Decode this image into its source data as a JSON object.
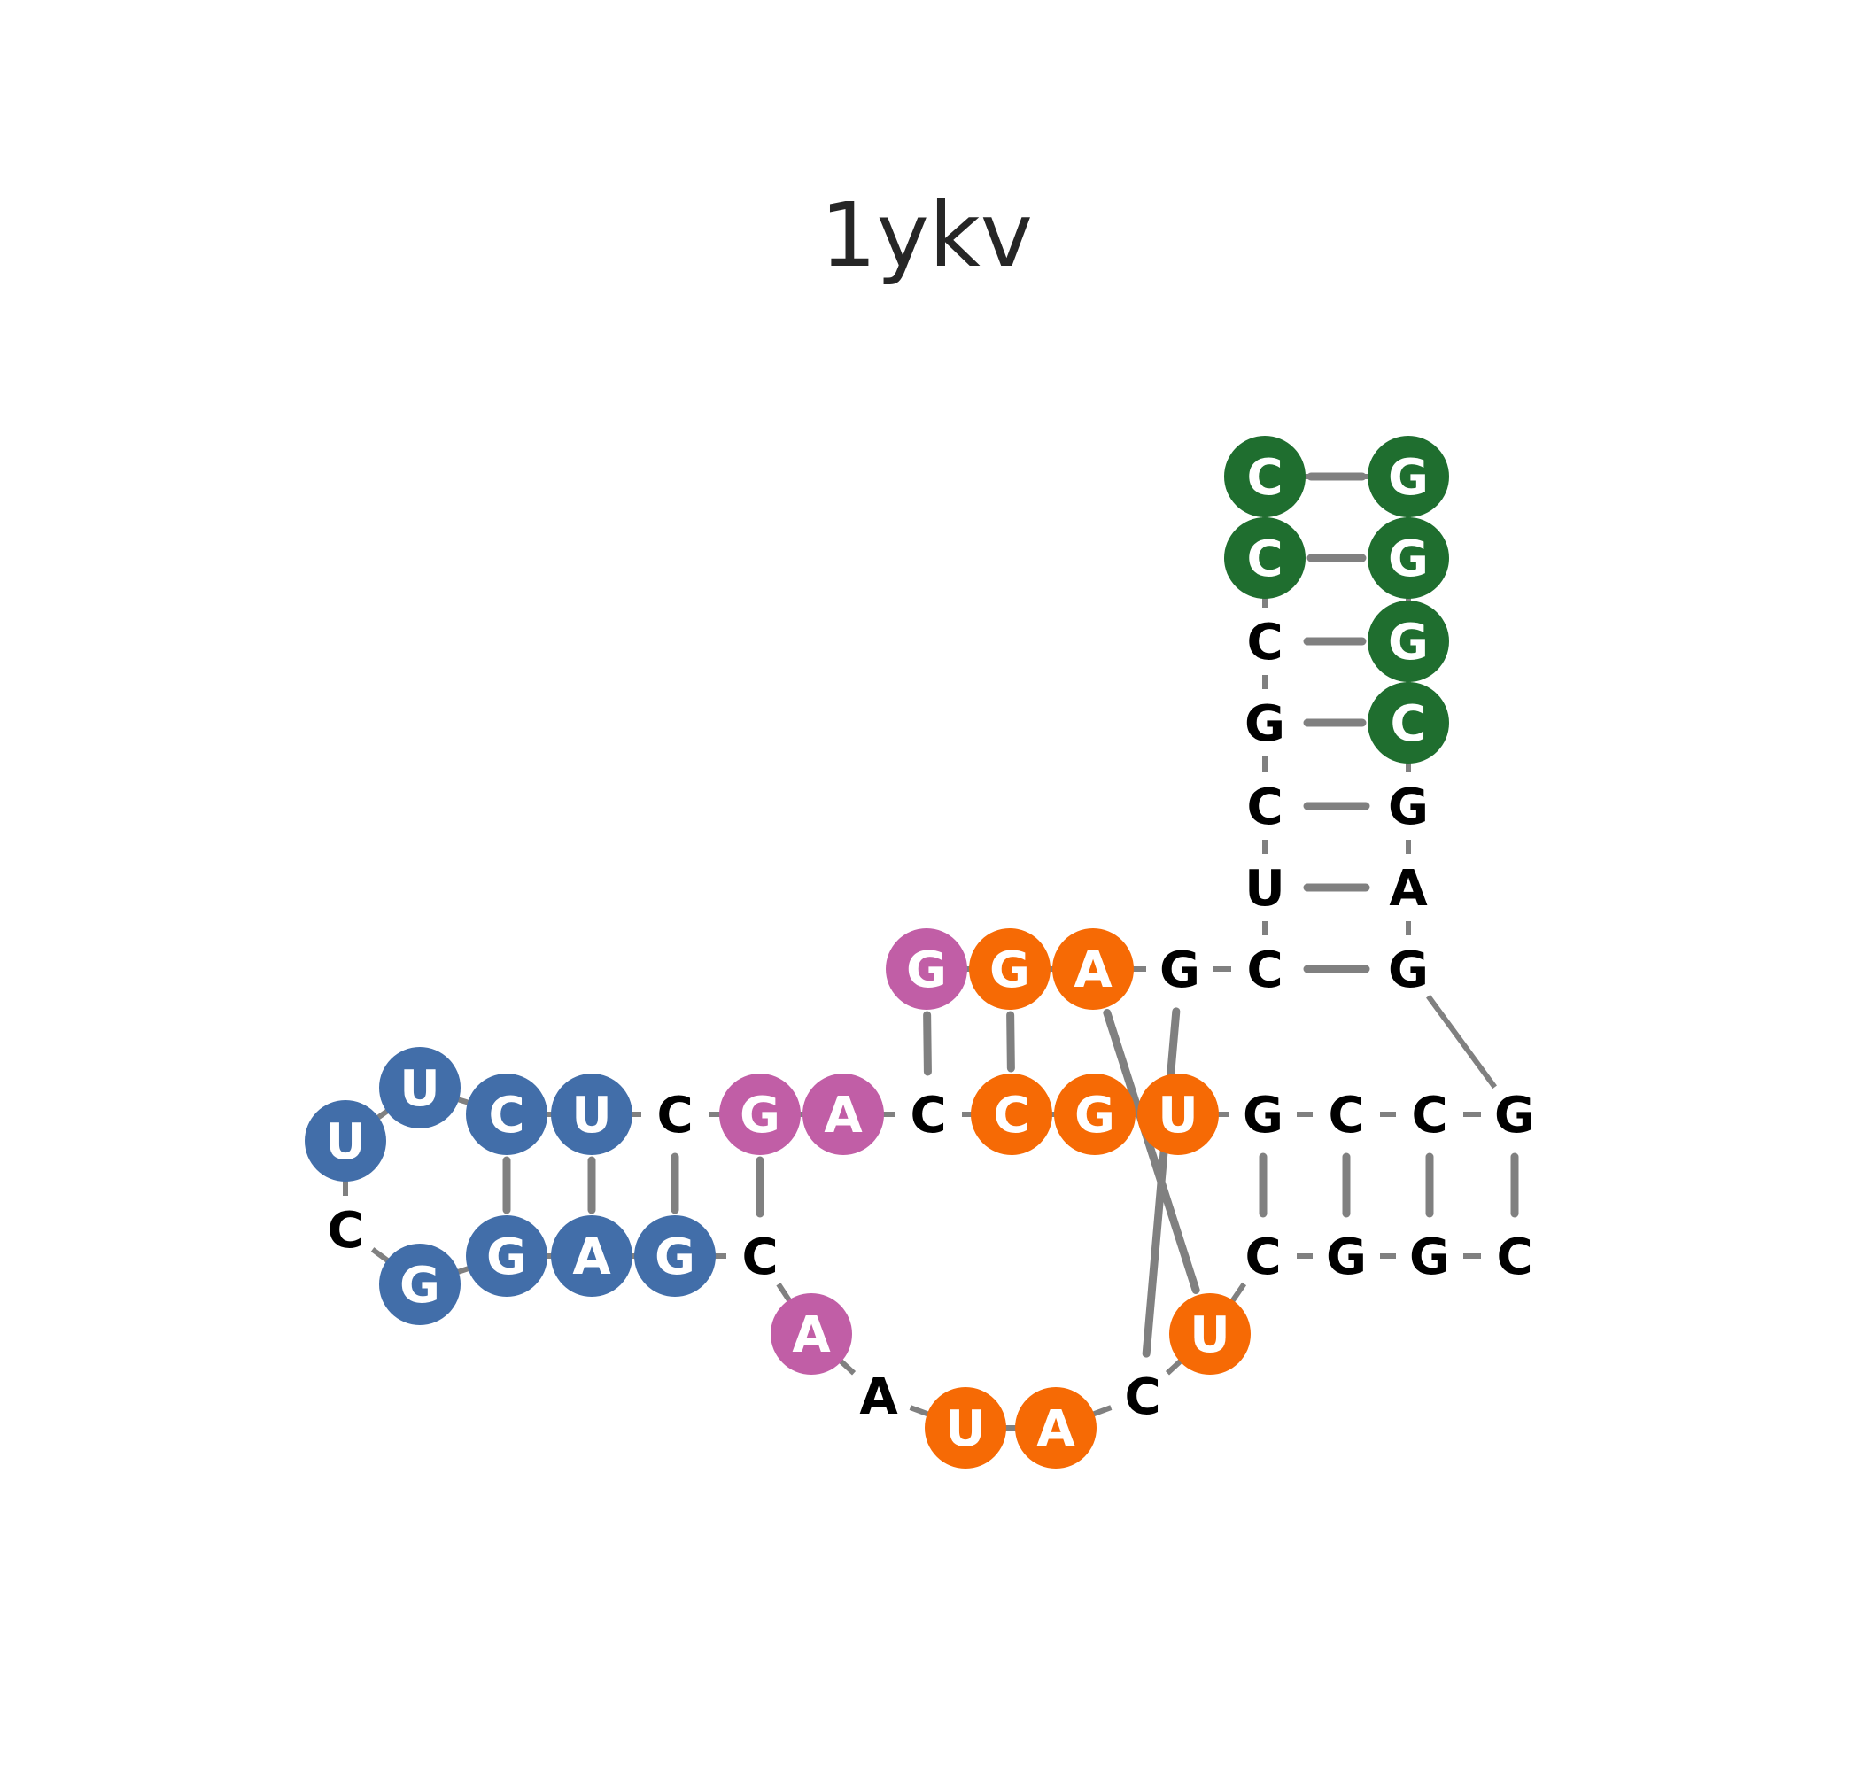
{
  "title": "1ykv",
  "colors": {
    "blue": "#426ea9",
    "magenta": "#c15ea6",
    "orange": "#f66a05",
    "green": "#1f6e2f",
    "edge": "#808080",
    "plain_text": "#000000",
    "circle_text": "#ffffff"
  },
  "nucleotides": [
    {
      "id": "n1",
      "letter": "U",
      "group": "blue"
    },
    {
      "id": "n2",
      "letter": "U",
      "group": "blue"
    },
    {
      "id": "n3",
      "letter": "C",
      "group": "blue"
    },
    {
      "id": "n4",
      "letter": "U",
      "group": "blue"
    },
    {
      "id": "n5",
      "letter": "C",
      "group": null
    },
    {
      "id": "n6",
      "letter": "G",
      "group": "magenta"
    },
    {
      "id": "n7",
      "letter": "A",
      "group": "magenta"
    },
    {
      "id": "n8",
      "letter": "C",
      "group": null
    },
    {
      "id": "n9",
      "letter": "C",
      "group": "orange"
    },
    {
      "id": "n10",
      "letter": "G",
      "group": "orange"
    },
    {
      "id": "n11",
      "letter": "U",
      "group": "orange"
    },
    {
      "id": "n12",
      "letter": "G",
      "group": null
    },
    {
      "id": "n13",
      "letter": "C",
      "group": null
    },
    {
      "id": "n14",
      "letter": "C",
      "group": null
    },
    {
      "id": "n15",
      "letter": "G",
      "group": null
    },
    {
      "id": "n16",
      "letter": "C",
      "group": null
    },
    {
      "id": "n17",
      "letter": "G",
      "group": null
    },
    {
      "id": "n18",
      "letter": "G",
      "group": null
    },
    {
      "id": "n19",
      "letter": "C",
      "group": null
    },
    {
      "id": "n20",
      "letter": "U",
      "group": "orange"
    },
    {
      "id": "n21",
      "letter": "C",
      "group": null
    },
    {
      "id": "n22",
      "letter": "A",
      "group": "orange"
    },
    {
      "id": "n23",
      "letter": "U",
      "group": "orange"
    },
    {
      "id": "n24",
      "letter": "A",
      "group": null
    },
    {
      "id": "n25",
      "letter": "A",
      "group": "magenta"
    },
    {
      "id": "n26",
      "letter": "C",
      "group": null
    },
    {
      "id": "n27",
      "letter": "G",
      "group": "blue"
    },
    {
      "id": "n28",
      "letter": "A",
      "group": "blue"
    },
    {
      "id": "n29",
      "letter": "G",
      "group": "blue"
    },
    {
      "id": "n30",
      "letter": "G",
      "group": "blue"
    },
    {
      "id": "n31",
      "letter": "C",
      "group": null
    },
    {
      "id": "g1",
      "letter": "G",
      "group": "magenta"
    },
    {
      "id": "g2",
      "letter": "G",
      "group": "orange"
    },
    {
      "id": "g3",
      "letter": "A",
      "group": "orange"
    },
    {
      "id": "g4",
      "letter": "G",
      "group": null
    },
    {
      "id": "l1",
      "letter": "C",
      "group": null
    },
    {
      "id": "l2",
      "letter": "U",
      "group": null
    },
    {
      "id": "l3",
      "letter": "C",
      "group": null
    },
    {
      "id": "l4",
      "letter": "G",
      "group": null
    },
    {
      "id": "l5",
      "letter": "C",
      "group": null
    },
    {
      "id": "l6",
      "letter": "C",
      "group": "green"
    },
    {
      "id": "l7",
      "letter": "C",
      "group": "green"
    },
    {
      "id": "r7",
      "letter": "G",
      "group": "green"
    },
    {
      "id": "r6",
      "letter": "G",
      "group": "green"
    },
    {
      "id": "r5",
      "letter": "G",
      "group": "green"
    },
    {
      "id": "r4",
      "letter": "C",
      "group": "green"
    },
    {
      "id": "r3",
      "letter": "G",
      "group": null
    },
    {
      "id": "r2",
      "letter": "A",
      "group": null
    },
    {
      "id": "r1",
      "letter": "G",
      "group": null
    }
  ],
  "backbone": [
    [
      "n31",
      "n1"
    ],
    [
      "n1",
      "n2"
    ],
    [
      "n2",
      "n3"
    ],
    [
      "n3",
      "n4"
    ],
    [
      "n4",
      "n5"
    ],
    [
      "n5",
      "n6"
    ],
    [
      "n6",
      "n7"
    ],
    [
      "n7",
      "n8"
    ],
    [
      "n8",
      "n9"
    ],
    [
      "n9",
      "n10"
    ],
    [
      "n10",
      "n11"
    ],
    [
      "n11",
      "n12"
    ],
    [
      "n12",
      "n13"
    ],
    [
      "n13",
      "n14"
    ],
    [
      "n14",
      "n15"
    ],
    [
      "n16",
      "n17"
    ],
    [
      "n17",
      "n18"
    ],
    [
      "n18",
      "n19"
    ],
    [
      "n19",
      "n20"
    ],
    [
      "n20",
      "n21"
    ],
    [
      "n21",
      "n22"
    ],
    [
      "n22",
      "n23"
    ],
    [
      "n23",
      "n24"
    ],
    [
      "n24",
      "n25"
    ],
    [
      "n25",
      "n26"
    ],
    [
      "n26",
      "n27"
    ],
    [
      "n27",
      "n28"
    ],
    [
      "n28",
      "n29"
    ],
    [
      "n29",
      "n30"
    ],
    [
      "n30",
      "n31"
    ],
    [
      "g1",
      "g2"
    ],
    [
      "g2",
      "g3"
    ],
    [
      "g3",
      "g4"
    ],
    [
      "g4",
      "l1"
    ],
    [
      "l1",
      "l2"
    ],
    [
      "l2",
      "l3"
    ],
    [
      "l3",
      "l4"
    ],
    [
      "l4",
      "l5"
    ],
    [
      "l5",
      "l6"
    ],
    [
      "l6",
      "l7"
    ],
    [
      "l7",
      "r7"
    ],
    [
      "r7",
      "r6"
    ],
    [
      "r6",
      "r5"
    ],
    [
      "r5",
      "r4"
    ],
    [
      "r4",
      "r3"
    ],
    [
      "r3",
      "r2"
    ],
    [
      "r2",
      "r1"
    ],
    [
      "r1",
      "n15"
    ]
  ],
  "base_pairs": [
    [
      "n3",
      "n29"
    ],
    [
      "n4",
      "n28"
    ],
    [
      "n5",
      "n27"
    ],
    [
      "n6",
      "n26"
    ],
    [
      "n12",
      "n19"
    ],
    [
      "n13",
      "n18"
    ],
    [
      "n14",
      "n17"
    ],
    [
      "n15",
      "n16"
    ],
    [
      "g1",
      "n8"
    ],
    [
      "g2",
      "n9"
    ],
    [
      "g3",
      "n20"
    ],
    [
      "g4",
      "n21"
    ],
    [
      "l1",
      "r1"
    ],
    [
      "l2",
      "r2"
    ],
    [
      "l3",
      "r3"
    ],
    [
      "l4",
      "r4"
    ],
    [
      "l5",
      "r5"
    ],
    [
      "l6",
      "r6"
    ],
    [
      "l7",
      "r7"
    ]
  ]
}
